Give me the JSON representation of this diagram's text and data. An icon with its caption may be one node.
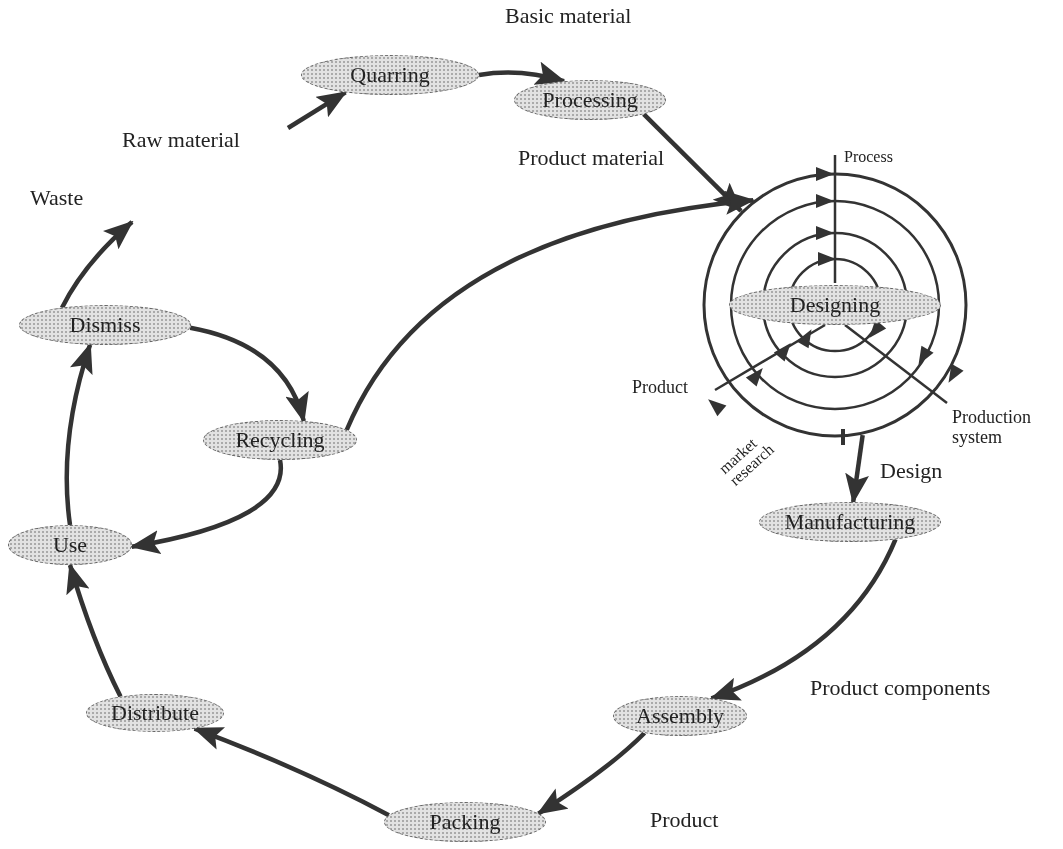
{
  "diagram": {
    "nodes": [
      {
        "text": [
          "Quarring"
        ]
      },
      {
        "text": [
          "Processing"
        ]
      },
      {
        "text": [],
        "shape": "circle"
      },
      {
        "text": [
          "Designing"
        ],
        "in": 2
      },
      {
        "text": [
          "Manufacturing"
        ]
      },
      {
        "text": [
          "Assembly"
        ]
      },
      {
        "text": [
          "Packing"
        ]
      },
      {
        "text": [
          "Distribute"
        ]
      },
      {
        "text": [
          "Use"
        ]
      },
      {
        "text": [
          "Dismiss"
        ]
      },
      {
        "text": [
          "Recycling"
        ]
      }
    ],
    "edges": [
      {
        "from": null,
        "to": 0,
        "arrow": "to",
        "label": "Raw material"
      },
      {
        "from": 0,
        "to": 1,
        "arrow": "to",
        "label": "Basic material"
      },
      {
        "from": 1,
        "to": 2,
        "arrow": "to",
        "label": "Product material"
      },
      {
        "from": 2,
        "to": 4,
        "arrow": "to",
        "label": "Design"
      },
      {
        "from": 4,
        "to": 5,
        "arrow": "to",
        "label": "Product components"
      },
      {
        "from": 5,
        "to": 6,
        "arrow": "to",
        "label": "Product"
      },
      {
        "from": 6,
        "to": 7,
        "arrow": "to"
      },
      {
        "from": 7,
        "to": 8,
        "arrow": "to"
      },
      {
        "from": 8,
        "to": 9,
        "arrow": "to"
      },
      {
        "from": 9,
        "to": null,
        "arrow": "to",
        "label": "Waste"
      },
      {
        "from": 9,
        "to": 10,
        "arrow": "to"
      },
      {
        "from": 10,
        "to": 8,
        "arrow": "to"
      },
      {
        "from": 10,
        "to": 2,
        "arrow": "to"
      }
    ],
    "labels": [
      "Process",
      "Product",
      "market research",
      "Production system"
    ]
  }
}
